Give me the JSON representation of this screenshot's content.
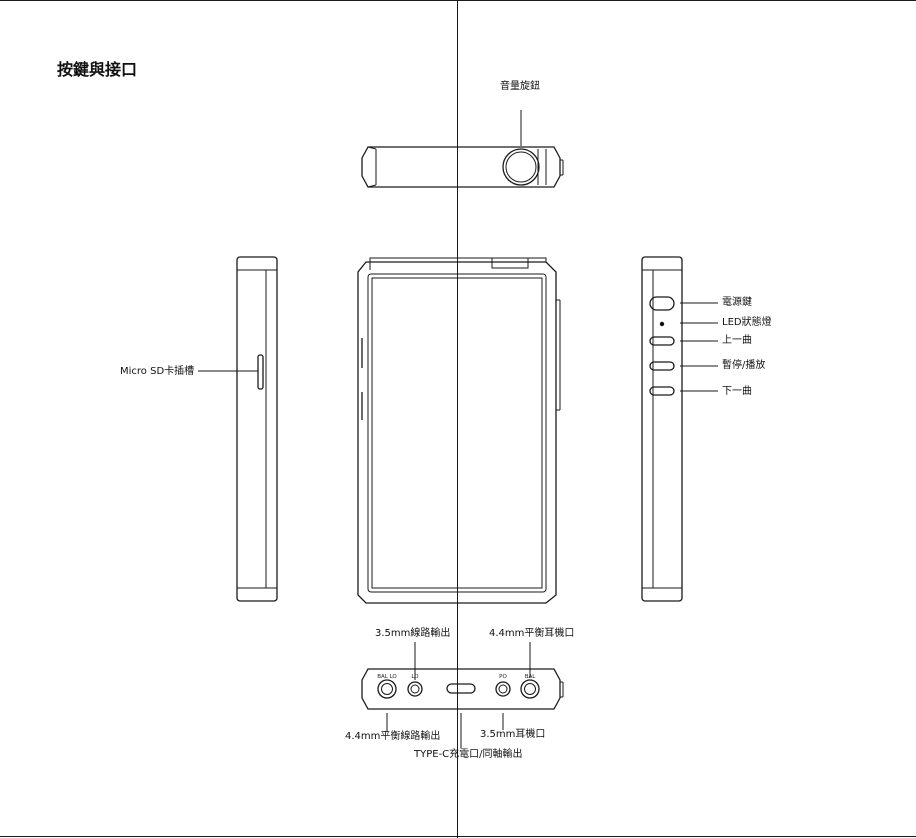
{
  "title": "按鍵與接口",
  "labels": {
    "volume_knob": "音量旋鈕",
    "micro_sd": "Micro SD卡插槽",
    "power": "電源鍵",
    "led": "LED狀態燈",
    "prev": "上一曲",
    "play_pause": "暫停/播放",
    "next": "下一曲",
    "line_out_35": "3.5mm線路輸出",
    "bal_44": "4.4mm平衡耳機口",
    "bal_line_44": "4.4mm平衡線路輸出",
    "phone_35": "3.5mm耳機口",
    "typec": "TYPE-C充電口/同軸輸出"
  },
  "ports": {
    "bal_lo": "BAL LO",
    "lo": "LO",
    "po": "PO",
    "bal": "BAL"
  }
}
